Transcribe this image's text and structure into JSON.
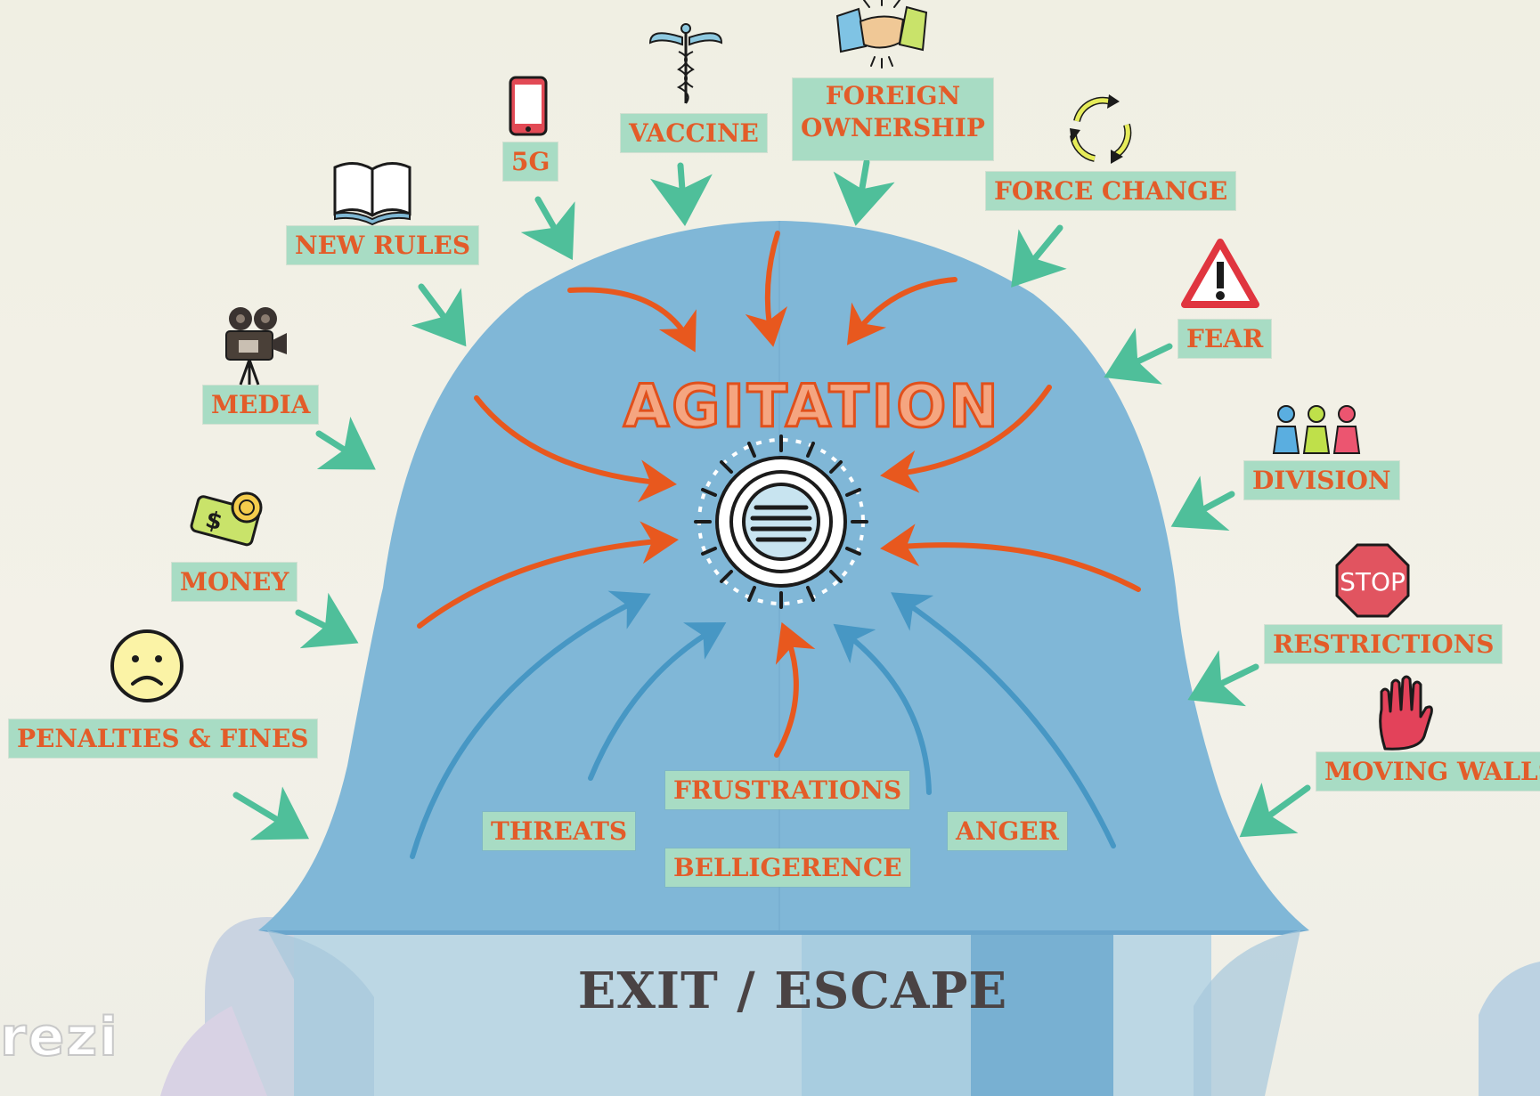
{
  "diagram": {
    "title": "AGITATION",
    "exit_label": "EXIT / ESCAPE",
    "logo_text": "rezi",
    "colors": {
      "dome": "#7fb6d6",
      "tag_bg": "#a8dcc4",
      "tag_text": "#e35c29",
      "arrow_orange": "#e8581e",
      "arrow_blue": "#4797c4",
      "arrow_green": "#4fbf9a"
    },
    "outer_labels": {
      "penalties": "PENALTIES & FINES",
      "money": "MONEY",
      "media": "MEDIA",
      "new_rules": "NEW RULES",
      "fiveg": "5G",
      "vaccine": "VACCINE",
      "foreign_1": "FOREIGN",
      "foreign_2": "OWNERSHIP",
      "force_change": "FORCE CHANGE",
      "fear": "FEAR",
      "division": "DIVISION",
      "restrictions": "RESTRICTIONS",
      "moving_walls": "MOVING WALLS"
    },
    "inner_labels": {
      "threats": "THREATS",
      "frustrations": "FRUSTRATIONS",
      "belligerence": "BELLIGERENCE",
      "anger": "ANGER"
    },
    "stop_text": "STOP",
    "icons": [
      "sad-face-icon",
      "money-icon",
      "camera-icon",
      "book-icon",
      "phone-icon",
      "caduceus-icon",
      "handshake-icon",
      "recycle-icon",
      "warning-icon",
      "people-icon",
      "stop-sign-icon",
      "hand-icon",
      "vortex-icon"
    ]
  }
}
